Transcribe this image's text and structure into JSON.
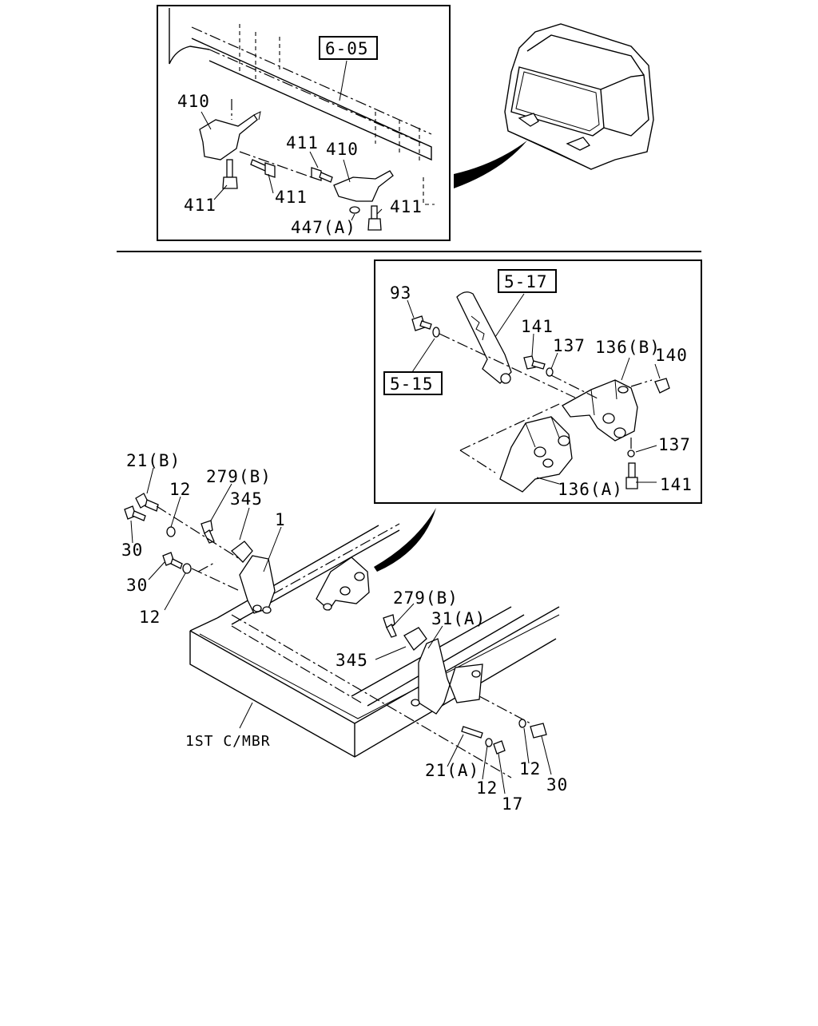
{
  "diagram": {
    "top_panel": {
      "ref_box": "6-05",
      "callouts": [
        "410",
        "411",
        "410",
        "411",
        "411",
        "411",
        "447(A)"
      ]
    },
    "right_panel": {
      "ref_boxes": [
        "5-17",
        "5-15"
      ],
      "callouts": [
        "93",
        "141",
        "137",
        "136(B)",
        "140",
        "137",
        "136(A)",
        "141"
      ]
    },
    "main": {
      "callouts": [
        "21(B)",
        "12",
        "279(B)",
        "345",
        "1",
        "30",
        "30",
        "12",
        "279(B)",
        "31(A)",
        "345",
        "21(A)",
        "12",
        "17",
        "12",
        "30"
      ],
      "frame_label": "1ST C/MBR"
    }
  }
}
